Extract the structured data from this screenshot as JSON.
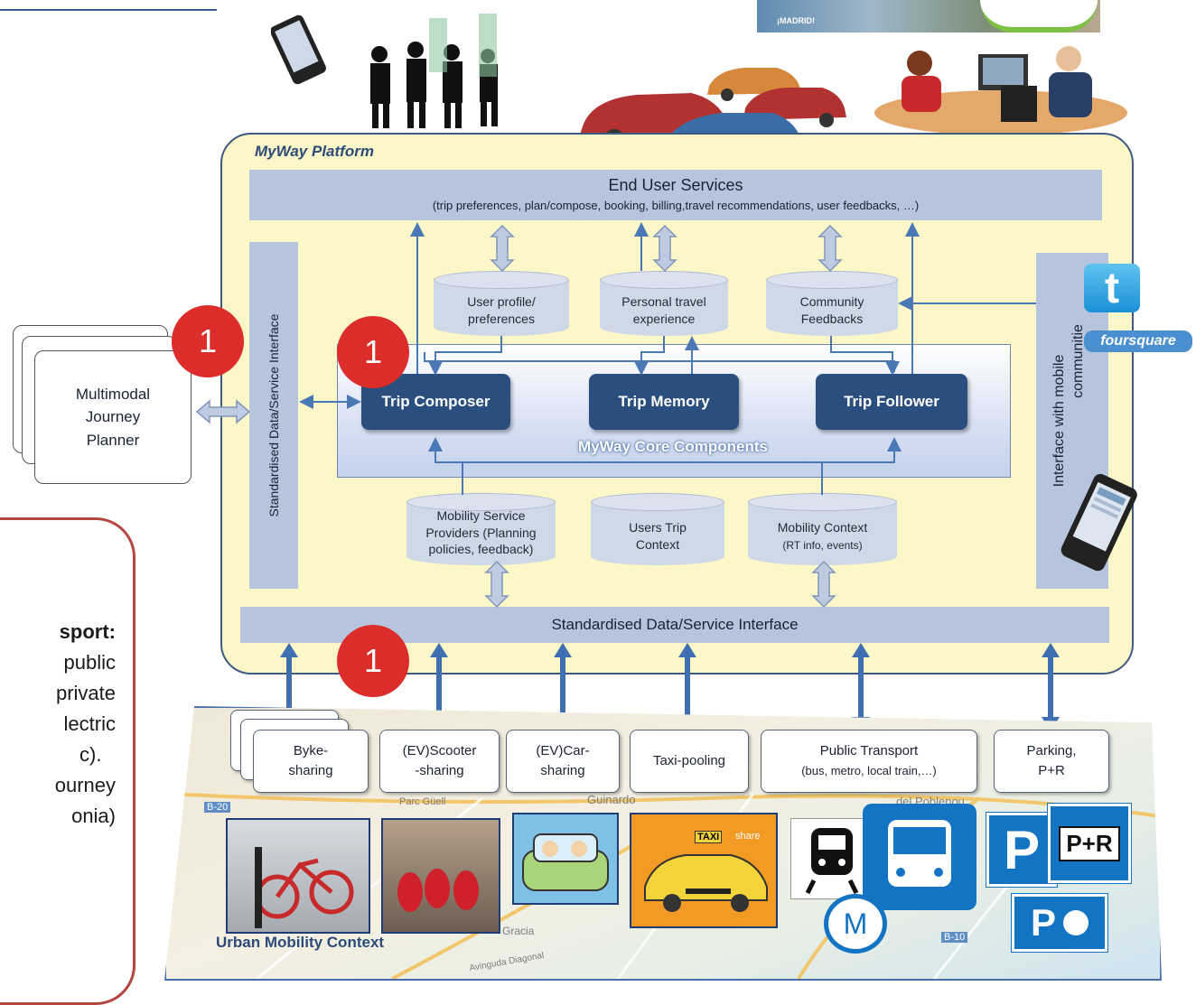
{
  "platform": {
    "title": "MyWay Platform",
    "end_user_services": {
      "title": "End User Services",
      "subtitle": "(trip preferences, plan/compose, booking, billing,travel recommendations, user feedbacks, …)"
    },
    "left_interface_label": "Standardised Data/Service Interface",
    "bottom_interface_label": "Standardised Data/Service Interface",
    "right_interface_label_line1": "Interface with mobile",
    "right_interface_label_line2": "communitie",
    "top_stores": [
      {
        "line1": "User profile/",
        "line2": "preferences"
      },
      {
        "line1": "Personal travel",
        "line2": "experience"
      },
      {
        "line1": "Community",
        "line2": "Feedbacks"
      }
    ],
    "core": {
      "label": "MyWay Core Components",
      "components": [
        "Trip Composer",
        "Trip Memory",
        "Trip Follower"
      ]
    },
    "bottom_stores": [
      {
        "line1": "Mobility Service",
        "line2": "Providers (Planning",
        "line3": "policies, feedback)"
      },
      {
        "line1": "Users Trip",
        "line2": "Context"
      },
      {
        "line1": "Mobility Context",
        "line2": "(RT info, events)"
      }
    ]
  },
  "journey_planner": {
    "line1": "Multimodal",
    "line2": "Journey",
    "line3": "Planner"
  },
  "markers": [
    "1",
    "1",
    "1"
  ],
  "social": {
    "foursquare": "foursquare"
  },
  "left_text": {
    "heading": "sport:",
    "lines": [
      "public",
      "private",
      "lectric",
      "c).",
      "ourney",
      "onia)"
    ]
  },
  "urban": {
    "title": "Urban Mobility Context",
    "services": [
      {
        "line1": "Byke-",
        "line2": "sharing"
      },
      {
        "line1": "(EV)Scooter",
        "line2": "-sharing"
      },
      {
        "line1": "(EV)Car-",
        "line2": "sharing"
      },
      {
        "line1": "Taxi-pooling",
        "line2": ""
      },
      {
        "line1": "Public Transport",
        "line2": "(bus,  metro, local train,…)"
      },
      {
        "line1": "Parking,",
        "line2": "P+R"
      }
    ],
    "map_labels": [
      "Parc Güell",
      "Guinardo",
      "del Poblenou",
      "Gracia",
      "Avinguda Diagonal",
      "B-20",
      "B-10"
    ],
    "sign_labels": {
      "p": "P",
      "pr": "P+R",
      "m": "M",
      "taxi": "TAXI",
      "share": "share"
    }
  },
  "madrid_label": "¡MADRID!",
  "colors": {
    "accent": "#2a4f7e",
    "marker": "#dc2d2b",
    "arrow": "#4a78b5",
    "platform_bg": "#fbf7c8"
  }
}
